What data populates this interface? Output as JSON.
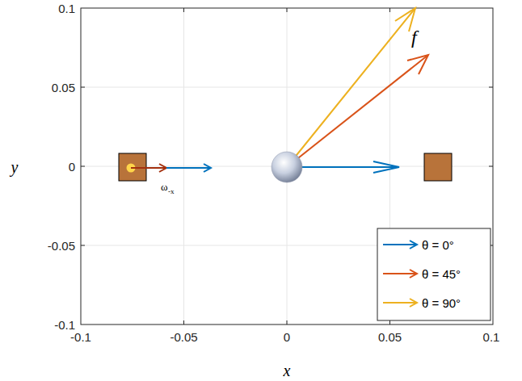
{
  "diagram": {
    "labels": [
      "0.1",
      "0.05",
      "0",
      "-0.05",
      "-0.1",
      "-0.1",
      "-0.05",
      "0",
      "0.05",
      "0.1",
      "ω",
      "-x",
      "f",
      "y",
      "x"
    ],
    "legend": [
      {
        "text": "θ = 0°"
      },
      {
        "text": "θ = 45°"
      },
      {
        "text": "θ = 90°"
      }
    ]
  }
}
